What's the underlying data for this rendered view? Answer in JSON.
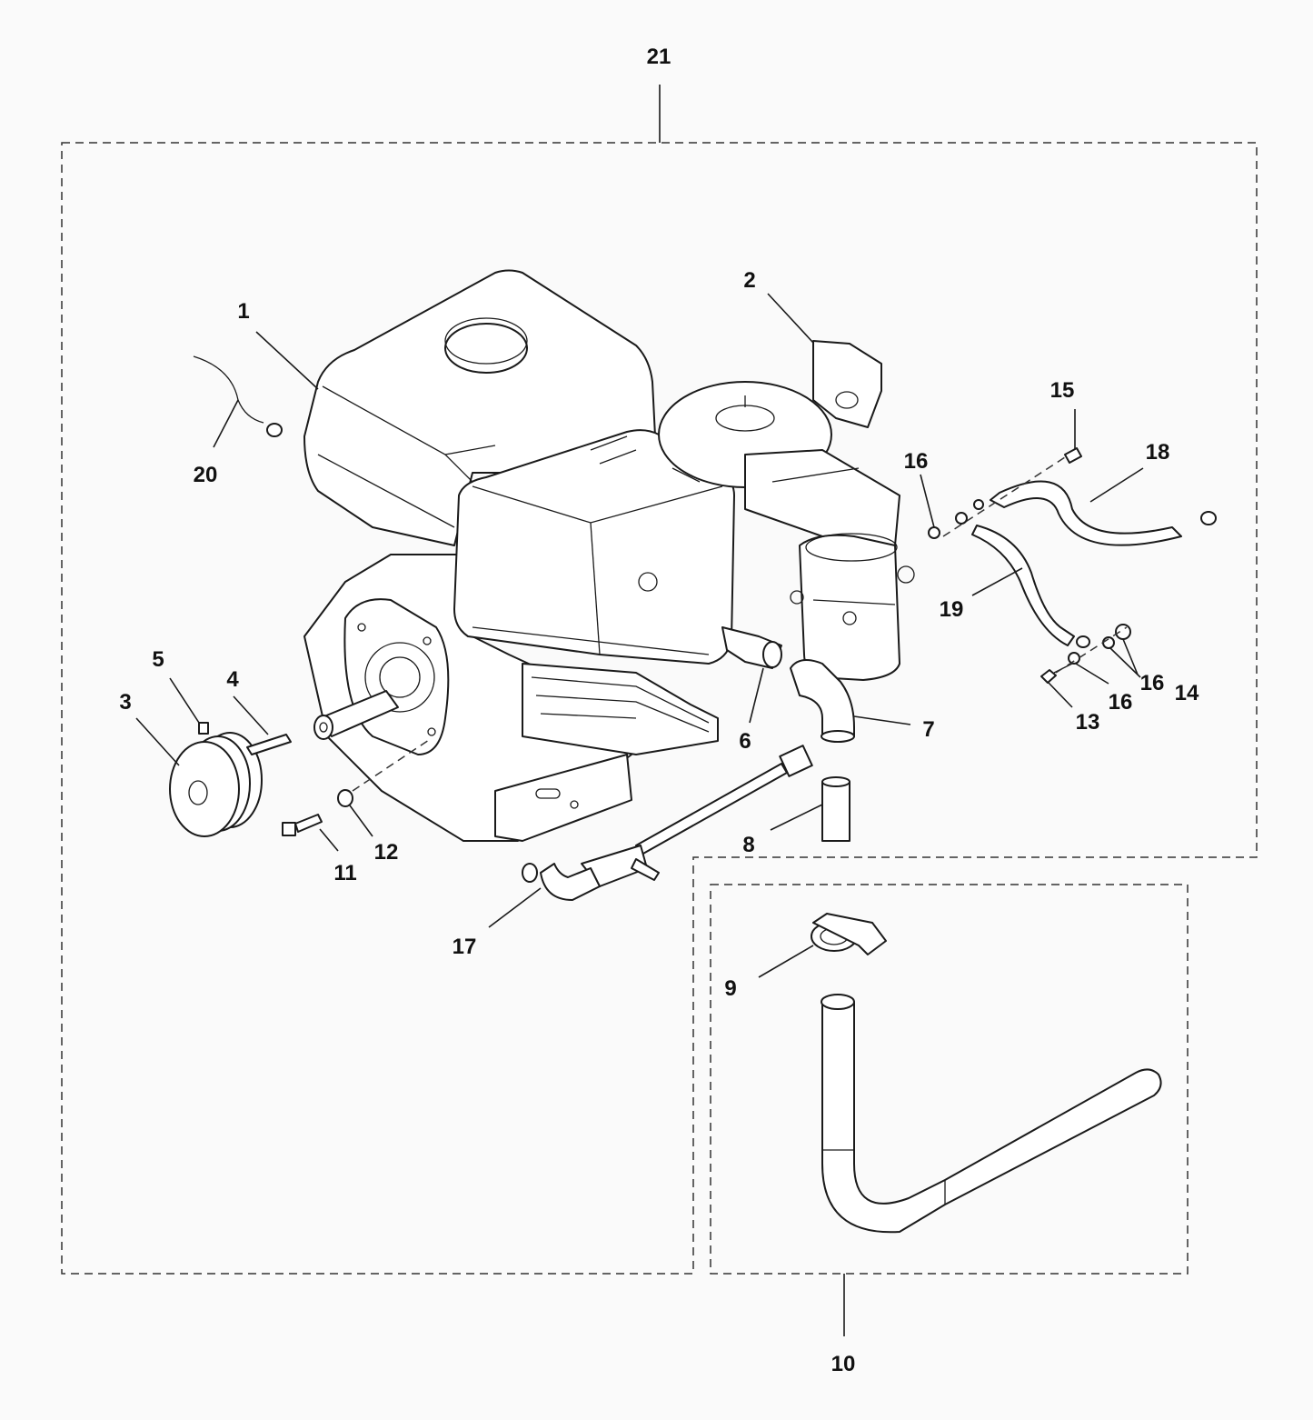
{
  "diagram": {
    "callouts": [
      {
        "id": "c1",
        "text": "1"
      },
      {
        "id": "c2",
        "text": "2"
      },
      {
        "id": "c3",
        "text": "3"
      },
      {
        "id": "c4",
        "text": "4"
      },
      {
        "id": "c5",
        "text": "5"
      },
      {
        "id": "c6",
        "text": "6"
      },
      {
        "id": "c7",
        "text": "7"
      },
      {
        "id": "c8",
        "text": "8"
      },
      {
        "id": "c9",
        "text": "9"
      },
      {
        "id": "c10",
        "text": "10"
      },
      {
        "id": "c11",
        "text": "11"
      },
      {
        "id": "c12",
        "text": "12"
      },
      {
        "id": "c13",
        "text": "13"
      },
      {
        "id": "c14",
        "text": "14"
      },
      {
        "id": "c15",
        "text": "15"
      },
      {
        "id": "c16a",
        "text": "16"
      },
      {
        "id": "c16b",
        "text": "16"
      },
      {
        "id": "c16c",
        "text": "16"
      },
      {
        "id": "c17",
        "text": "17"
      },
      {
        "id": "c18",
        "text": "18"
      },
      {
        "id": "c19",
        "text": "19"
      },
      {
        "id": "c20",
        "text": "20"
      },
      {
        "id": "c21",
        "text": "21"
      }
    ]
  }
}
